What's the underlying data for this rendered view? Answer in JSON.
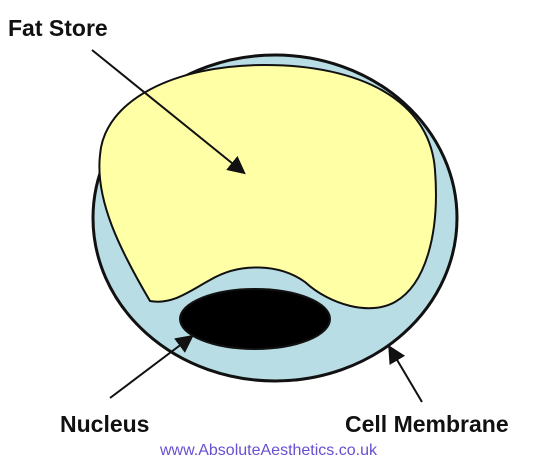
{
  "diagram": {
    "labels": {
      "fat_store": "Fat Store",
      "nucleus": "Nucleus",
      "cell_membrane": "Cell Membrane"
    },
    "credit": "www.AbsoluteAesthetics.co.uk"
  },
  "colors": {
    "background": "#ffffff",
    "membrane_fill": "#b9dde4",
    "fat_store_fill": "#ffffa6",
    "nucleus_fill": "#000000",
    "outline": "#111111",
    "credit_text": "#6a4fd0"
  }
}
